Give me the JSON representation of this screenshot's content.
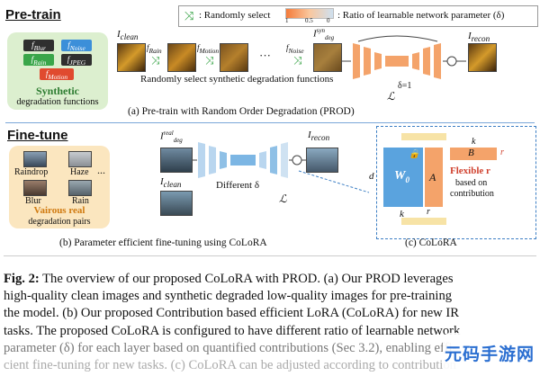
{
  "pretrain": {
    "title": "Pre-train",
    "chips": [
      "f",
      "f",
      "f",
      "f",
      "f"
    ],
    "chip_subs": [
      "Blur",
      "Noise",
      "Rain",
      "JPEG",
      "Motion"
    ],
    "synth_title": "Synthetic",
    "synth_sub": "degradation functions",
    "i_clean": "I",
    "i_clean_sub": "clean",
    "f_rain": "f",
    "f_rain_sub": "Rain",
    "f_motion": "f",
    "f_motion_sub": "Motion",
    "dots": "···",
    "f_noise": "f",
    "f_noise_sub": "Noise",
    "i_deg": "I",
    "i_deg_sup": "syn",
    "i_deg_sub": "deg",
    "i_recon": "I",
    "i_recon_sub": "recon",
    "delta_label": "δ=1",
    "random_label": "Randomly select synthetic degradation functions",
    "loss": "ℒ",
    "caption": "(a) Pre-train with Random Order Degradation (PROD)"
  },
  "legend": {
    "random": ": Randomly select",
    "ticks": [
      "1",
      "0.5",
      "0"
    ],
    "ratio": ": Ratio of learnable network parameter (δ)"
  },
  "finetune": {
    "title": "Fine-tune",
    "thumbs": [
      "Raindrop",
      "Haze",
      "Blur",
      "Rain"
    ],
    "dots": "...",
    "real_title": "Vairous real",
    "real_sub": "degradation pairs",
    "i_deg": "I",
    "i_deg_sup": "real",
    "i_deg_sub": "deg",
    "i_recon": "I",
    "i_recon_sub": "recon",
    "i_clean": "I",
    "i_clean_sub": "clean",
    "different": "Different δ",
    "loss": "ℒ",
    "caption_b": "(b) Parameter efficient fine-tuning using CoLoRA"
  },
  "colora": {
    "w0": "W",
    "w0_sub": "0",
    "a": "A",
    "b": "B",
    "d": "d",
    "k": "k",
    "k_top": "k",
    "r_left": "r",
    "r_right": "r",
    "flex": "Flexible r",
    "based": "based on",
    "contribution": "contribution",
    "caption": "(c) CoLoRA"
  },
  "text": {
    "fig": "Fig. 2:",
    "l1": " The overview of our proposed CoLoRA with PROD. (a) Our PROD leverages",
    "l2": "high-quality clean images and synthetic degraded low-quality images for pre-training",
    "l3": "the model. (b) Our proposed Contribution based efficient LoRA (CoLoRA) for new IR",
    "l4": "tasks. The proposed CoLoRA is configured to have different ratio of learnable network",
    "l5": "parameter (δ) for each layer based on quantified contributions (Sec 3.2), enabling effi-",
    "l6": "cient fine-tuning for new tasks. (c) CoLoRA can be adjusted according to contribution"
  },
  "watermark": "元码手游网"
}
